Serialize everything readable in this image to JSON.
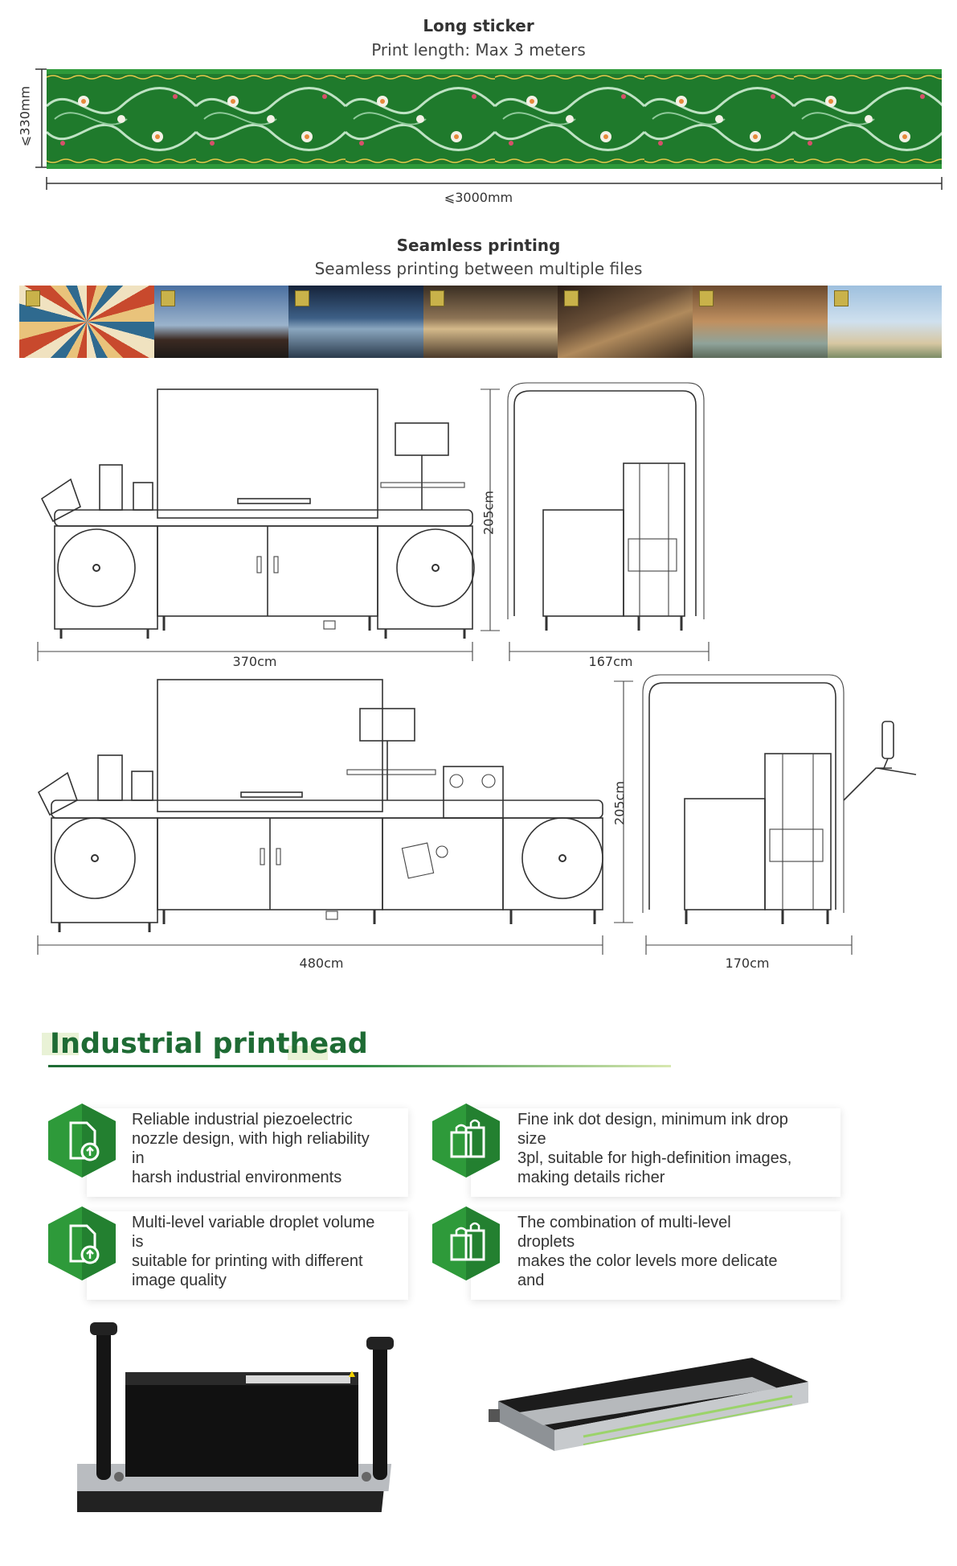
{
  "long_sticker": {
    "title": "Long sticker",
    "subtitle": "Print length: Max 3 meters",
    "height_label": "⩽330mm",
    "width_label": "⩽3000mm"
  },
  "seamless": {
    "title": "Seamless printing",
    "subtitle": "Seamless printing between multiple files"
  },
  "machine1": {
    "height_label": "205cm",
    "width_label": "370cm",
    "depth_label": "167cm"
  },
  "machine2": {
    "height_label": "205cm",
    "width_label": "480cm",
    "depth_label": "170cm"
  },
  "printhead": {
    "title": "Industrial printhead",
    "features": [
      {
        "icon": "file-upload-icon",
        "text": "Reliable industrial piezoelectric\nnozzle design, with high reliability\nin\nharsh industrial environments"
      },
      {
        "icon": "shopping-bags-icon",
        "text": "Fine ink dot design, minimum ink drop\nsize\n3pl, suitable for high-definition images,\nmaking details richer"
      },
      {
        "icon": "file-upload-icon",
        "text": "Multi-level variable droplet volume\nis\nsuitable for printing with different\nimage quality"
      },
      {
        "icon": "shopping-bags-icon",
        "text": "The combination of multi-level\ndroplets\nmakes the color levels more delicate\nand"
      }
    ]
  },
  "colors": {
    "brand_green": "#1e6b34",
    "hex_green": "#2e9a3a",
    "sticker_green": "#1f7a2c"
  }
}
